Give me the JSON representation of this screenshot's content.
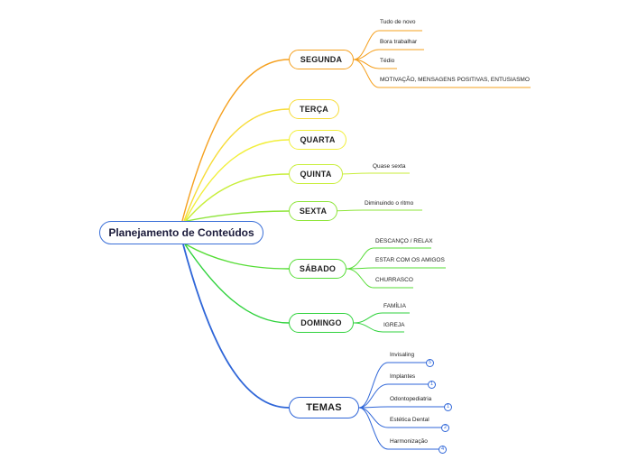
{
  "root": {
    "label": "Planejamento de Conteúdos"
  },
  "branches": {
    "segunda": {
      "label": "SEGUNDA",
      "color": "#f5a01e",
      "children": [
        "Tudo de novo",
        "Bora trabalhar",
        "Tédio",
        "MOTIVAÇÃO, MENSAGENS POSITIVAS, ENTUSIASMO"
      ]
    },
    "terca": {
      "label": "TERÇA",
      "color": "#f7dc3a",
      "children": []
    },
    "quarta": {
      "label": "QUARTA",
      "color": "#f2ef3c",
      "children": []
    },
    "quinta": {
      "label": "QUINTA",
      "color": "#c8ee3a",
      "children": [
        "Quase sexta"
      ]
    },
    "sexta": {
      "label": "SEXTA",
      "color": "#8ee53a",
      "children": [
        "Diminuindo o ritmo"
      ]
    },
    "sabado": {
      "label": "SÁBADO",
      "color": "#56dd36",
      "children": [
        "DESCANÇO / RELAX",
        "ESTAR COM OS AMIGOS",
        "CHURRASCO"
      ]
    },
    "domingo": {
      "label": "DOMINGO",
      "color": "#2fd23c",
      "children": [
        "FAMÍLIA",
        "IGREJA"
      ]
    },
    "temas": {
      "label": "TEMAS",
      "color": "#2f66d8",
      "children": [
        "Invisaling",
        "Implantes",
        "Odontopediatria",
        "Estética Dental",
        "Harmonização"
      ],
      "badges": [
        "5",
        "1",
        "1",
        "2",
        "4"
      ]
    }
  }
}
